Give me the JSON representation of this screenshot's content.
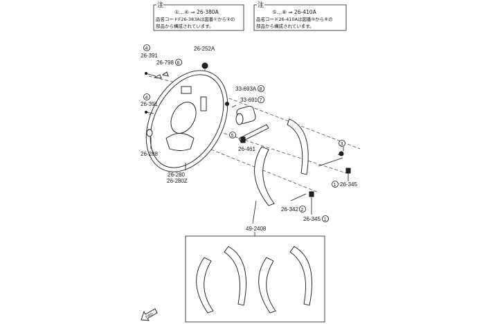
{
  "notes": [
    {
      "title": "注",
      "line1": "①…④ ⇒ 26-380A",
      "line2": "品名コードF26-383Aは図番①から④の",
      "line3": "部品から構成されています。"
    },
    {
      "title": "注",
      "line1": "⑤…⑧ ⇒ 26-410A",
      "line2": "品名コード26-410Aは図番⑤から⑧の",
      "line3": "部品から構成されています。"
    }
  ],
  "labels": {
    "bolt_top_num": "4",
    "bolt_top": "26-391",
    "clip": "26-798",
    "clip_num": "6",
    "plug": "26-252A",
    "bleeder_cap": "33-693A",
    "bleeder_cap_num": "8",
    "bleeder": "33-691",
    "bleeder_num": "7",
    "cylinder_num": "5",
    "adjuster": "26-461",
    "bolt_mid_num": "4",
    "bolt_mid": "26-391",
    "grommet": "26-288",
    "backing_plate_1": "26-280",
    "backing_plate_2": "26-280Z",
    "spring_upper_num": "3",
    "retainer_right": "26-345",
    "retainer_right_num": "1",
    "spring_lower": "26-342",
    "spring_lower_num": "2",
    "retainer_lower": "26-345",
    "retainer_lower_num": "1",
    "shoe_set": "49-2408",
    "fwd": "FWD"
  }
}
